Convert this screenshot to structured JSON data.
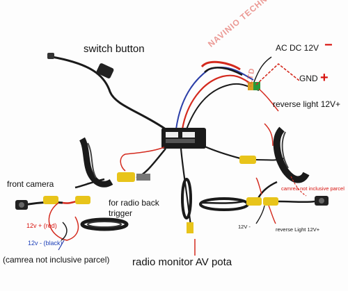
{
  "labels": {
    "switch_button": "switch button",
    "ac_dc": "AC DC 12V",
    "minus_sign": "−",
    "gnd": "GND",
    "plus_sign": "+",
    "reverse_light": "reverse light 12V+",
    "front_camera": "front camera",
    "for_radio_back_trigger_1": "for radio back",
    "for_radio_back_trigger_2": "trigger",
    "front_12v_plus": "12v + (red)",
    "front_12v_minus": "12v - (black)",
    "camera_not_inclusive_left": "(camrea not inclusive parcel)",
    "radio_monitor": "radio monitor AV pota",
    "camera_not_inclusive_right": "camrea not inclusive parcel",
    "rear_12v_minus": "12V -",
    "rear_reverse_light": "reverse Light 12V+"
  },
  "watermark": {
    "line1": "NAVINIO TECHNOL",
    "line2": ".LTD"
  },
  "colors": {
    "wire_black": "#1a1a1a",
    "wire_red": "#d42a1e",
    "wire_blue": "#2c3fa8",
    "rca_yellow": "#e8c41a",
    "label_red": "#d8140f",
    "label_blue": "#1c3fb8",
    "watermark": "#dc463c"
  }
}
